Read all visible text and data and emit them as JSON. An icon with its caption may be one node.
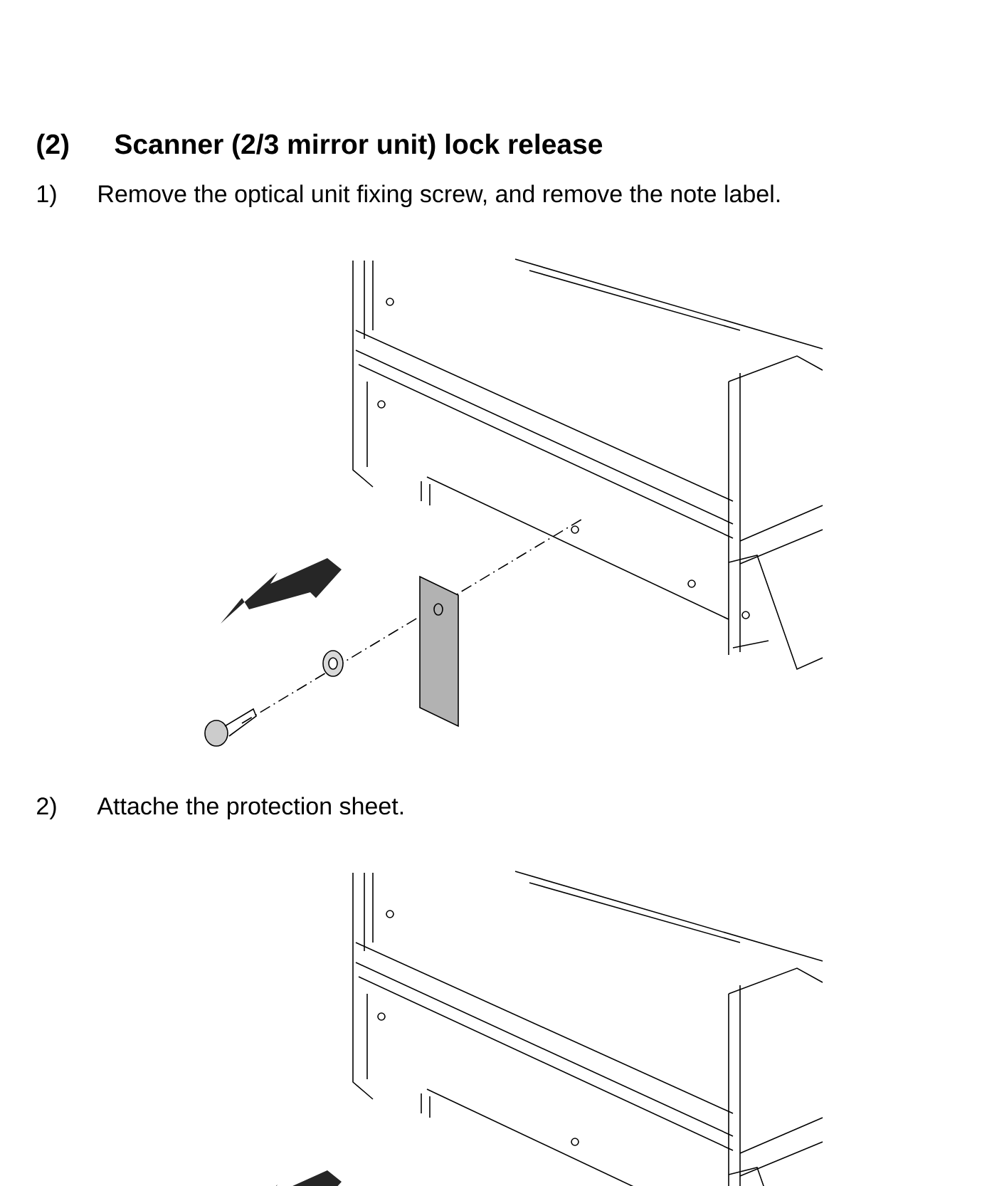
{
  "diagram": {
    "title": "Scanner (2/3 mirror unit) lock release",
    "labels": [
      "(2)",
      "1)",
      "Remove the optical unit fixing screw, and remove the note label.",
      "2)",
      "Attache the protection sheet."
    ]
  }
}
